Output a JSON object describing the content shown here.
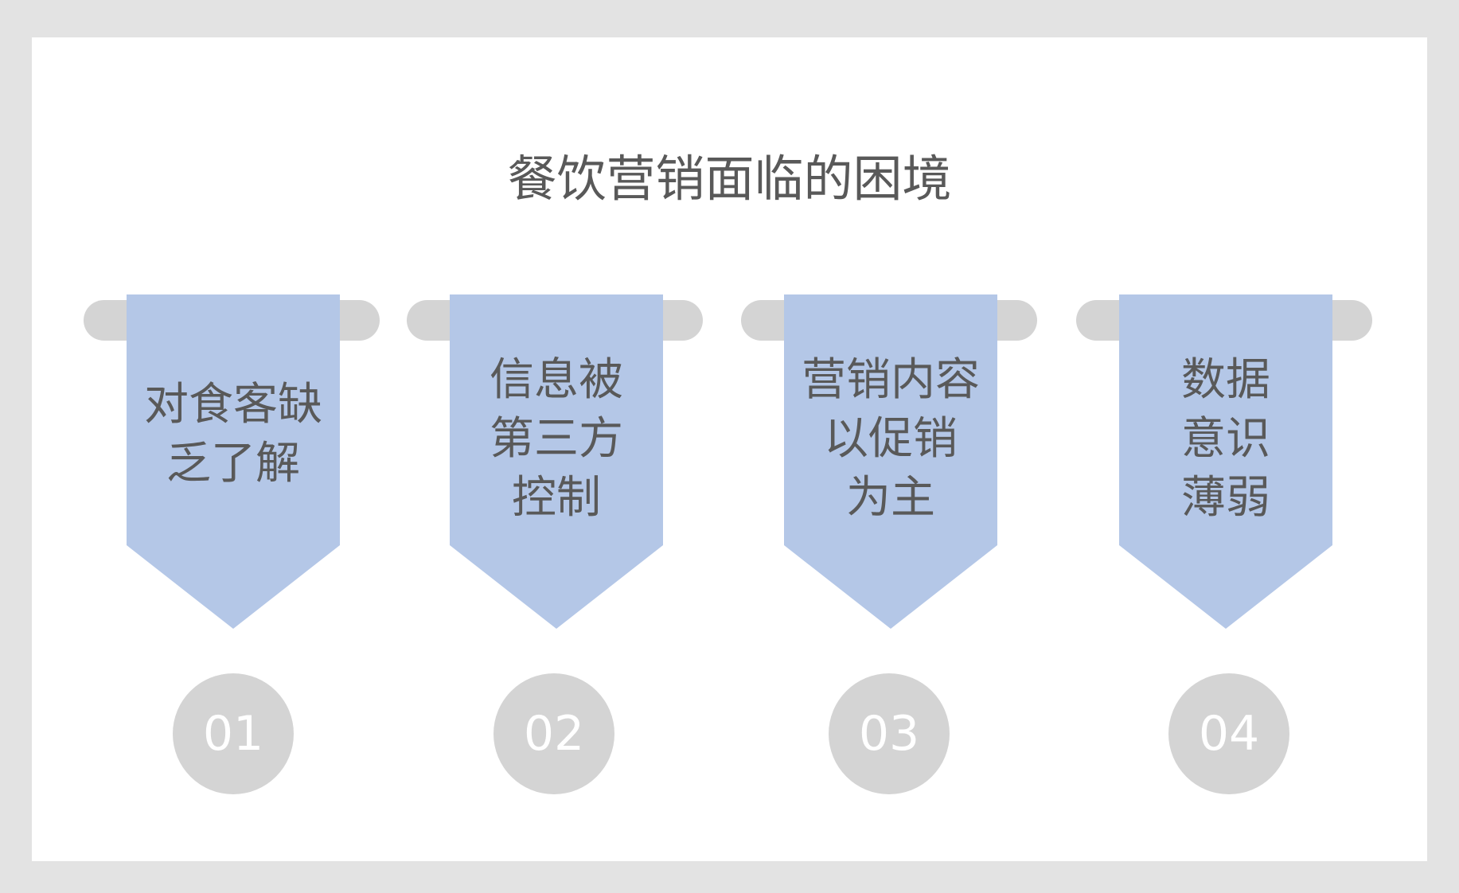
{
  "title": "餐饮营销面临的困境",
  "items": [
    {
      "text": "对食客缺\n乏了解",
      "number": "01"
    },
    {
      "text": "信息被\n第三方\n控制",
      "number": "02"
    },
    {
      "text": "营销内容\n以促销\n为主",
      "number": "03"
    },
    {
      "text": "数据\n意识\n薄弱",
      "number": "04"
    }
  ],
  "colors": {
    "background": "#e3e3e3",
    "slide": "#ffffff",
    "banner": "#b4c7e7",
    "rod": "#d4d4d4",
    "text": "#595959",
    "number_text": "#ffffff"
  }
}
